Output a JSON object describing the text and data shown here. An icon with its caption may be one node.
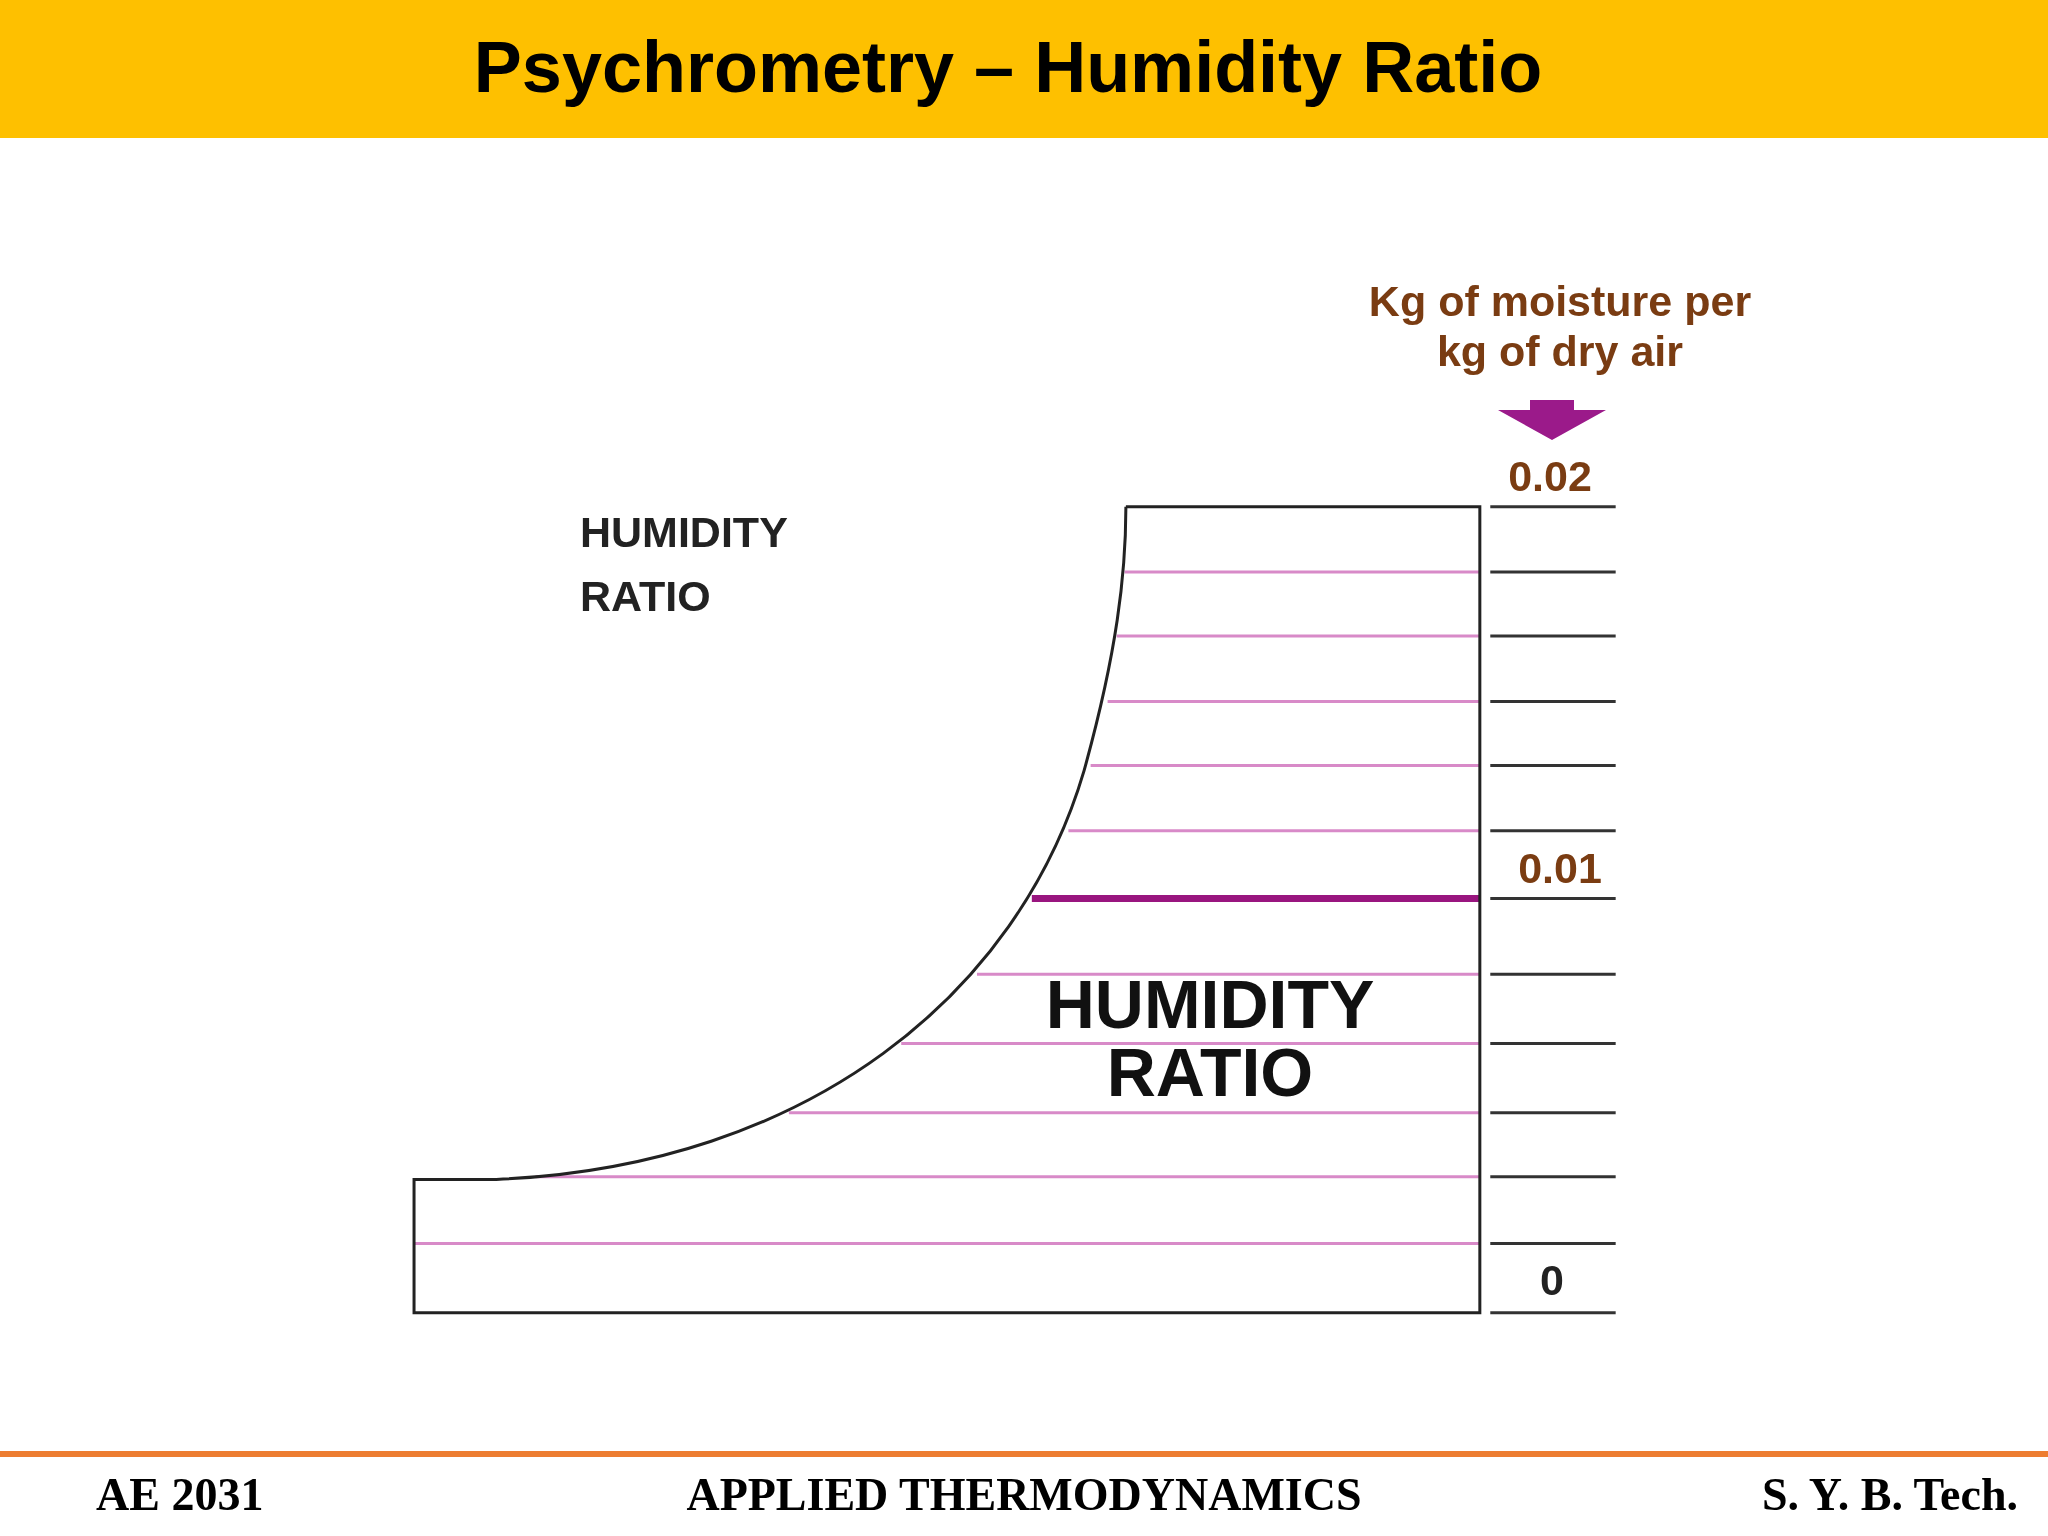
{
  "diagram": {
    "title": "Psychrometry – Humidity Ratio",
    "labels": [
      "Kg of moisture per kg of dry air",
      "0.02",
      "HUMIDITY RATIO",
      "0.01",
      "HUMIDITY RATIO",
      "0",
      "AE 2031",
      "APPLIED THERMODYNAMICS",
      "S. Y. B. Tech."
    ]
  }
}
